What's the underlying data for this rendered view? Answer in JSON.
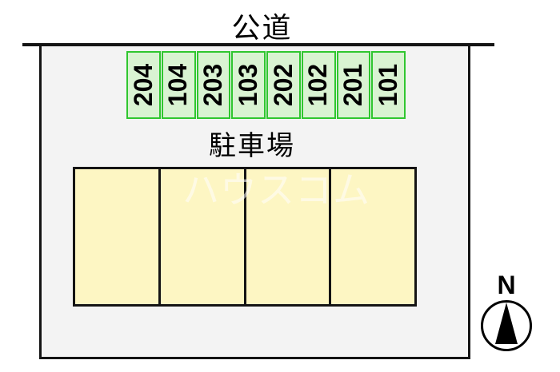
{
  "road_label": "公道",
  "lot_label": "駐車場",
  "watermark": "ハウスコム",
  "compass": {
    "label": "N"
  },
  "stalls": [
    "204",
    "104",
    "203",
    "103",
    "202",
    "102",
    "201",
    "101"
  ],
  "parking_space_count": 4,
  "colors": {
    "outline": "#141414",
    "property_fill": "#f3f3f3",
    "stall_fill": "#d9f3d2",
    "stall_border": "#2fc62f",
    "space_fill": "#fdf6c3",
    "watermark_color": "#ffffff"
  }
}
